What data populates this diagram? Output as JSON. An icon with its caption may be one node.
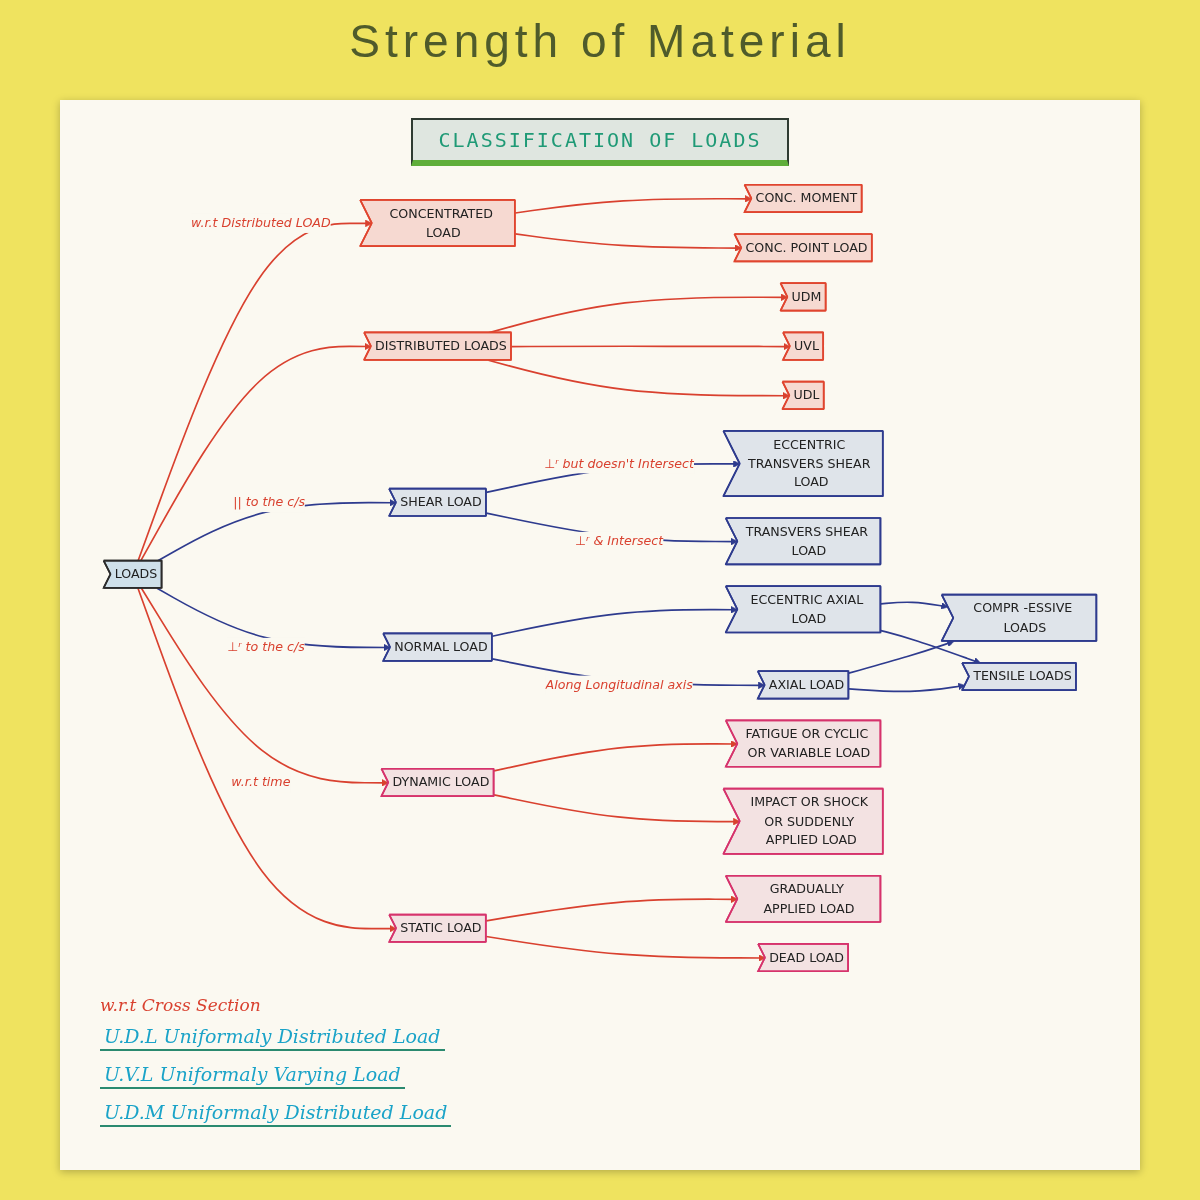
{
  "diagram": {
    "title": "Strength of Material",
    "nodes": [
      {
        "text": [
          "LOADS"
        ]
      },
      {
        "text": [
          "CONCENTRATED LOAD"
        ]
      },
      {
        "text": [
          "DISTRIBUTED LOADS"
        ]
      },
      {
        "text": [
          "SHEAR LOAD"
        ]
      },
      {
        "text": [
          "NORMAL LOAD"
        ]
      },
      {
        "text": [
          "DYNAMIC LOAD"
        ]
      },
      {
        "text": [
          "STATIC LOAD"
        ]
      },
      {
        "text": [
          "UDM"
        ]
      },
      {
        "text": [
          "UVL"
        ]
      },
      {
        "text": [
          "CONC. MOMENT"
        ]
      },
      {
        "text": [
          "CONC. POINT LOAD"
        ]
      },
      {
        "text": [
          "UDL"
        ]
      },
      {
        "text": [
          "ECCENTRIC TRANSVERS SHEAR LOAD"
        ]
      },
      {
        "text": [
          "TRANSVERS SHEAR LOAD"
        ]
      },
      {
        "text": [
          "ECCENTRIC AXIAL LOAD"
        ]
      },
      {
        "text": [
          "AXIAL LOAD"
        ]
      },
      {
        "text": [
          "FATIGUE OR CYCLIC OR VARIABLE LOAD"
        ]
      },
      {
        "text": [
          "IMPACT OR SHOCK OR SUDDENLY APPLIED LOAD"
        ]
      },
      {
        "text": [
          "GRADUALLY APPLIED LOAD"
        ]
      },
      {
        "text": [
          "DEAD LOAD"
        ]
      },
      {
        "text": [
          "COMPR -ESSIVE LOADS"
        ]
      },
      {
        "text": [
          "TENSILE LOADS"
        ]
      }
    ],
    "edges": [
      {
        "from": 0,
        "to": 1,
        "arrow": "to",
        "label": "w.r.t Distributed LOAD"
      },
      {
        "from": 0,
        "to": 2,
        "arrow": "to"
      },
      {
        "from": 0,
        "to": 3,
        "arrow": "to",
        "label": "|| to the c/s",
        "color": "#2e3b8e"
      },
      {
        "from": 0,
        "to": 4,
        "arrow": "to",
        "label": "⊥ʳ to the c/s",
        "color": "#2e3b8e"
      },
      {
        "from": 0,
        "to": 5,
        "arrow": "to",
        "label": "w.r.t time"
      },
      {
        "from": 0,
        "to": 6,
        "arrow": "to"
      },
      {
        "from": 1,
        "to": 9,
        "arrow": "to"
      },
      {
        "from": 1,
        "to": 10,
        "arrow": "to"
      },
      {
        "from": 2,
        "to": 7,
        "arrow": "to"
      },
      {
        "from": 2,
        "to": 8,
        "arrow": "to"
      },
      {
        "from": 2,
        "to": 11,
        "arrow": "to"
      },
      {
        "from": 3,
        "to": 12,
        "arrow": "to",
        "label": "⊥ʳ but doesn't Intersect",
        "color": "#2e3b8e"
      },
      {
        "from": 3,
        "to": 13,
        "arrow": "to",
        "label": "⊥ʳ & Intersect",
        "color": "#2e3b8e"
      },
      {
        "from": 4,
        "to": 14,
        "arrow": "to",
        "color": "#2e3b8e"
      },
      {
        "from": 4,
        "to": 15,
        "arrow": "to",
        "label": "Along Longitudinal axis",
        "color": "#2e3b8e"
      },
      {
        "from": 5,
        "to": 16,
        "arrow": "to"
      },
      {
        "from": 5,
        "to": 17,
        "arrow": "to"
      },
      {
        "from": 6,
        "to": 18,
        "arrow": "to"
      },
      {
        "from": 6,
        "to": 19,
        "arrow": "to"
      },
      {
        "from": 14,
        "to": 20,
        "arrow": "to",
        "color": "#2e3b8e"
      },
      {
        "from": 14,
        "to": 21,
        "arrow": "to",
        "color": "#2e3b8e"
      },
      {
        "from": 15,
        "to": 20,
        "arrow": "to",
        "color": "#2e3b8e"
      },
      {
        "from": 15,
        "to": 21,
        "arrow": "to",
        "color": "#2e3b8e"
      }
    ],
    "labels": [
      "CLASSIFICATION OF LOADS",
      "w.r.t Cross Section",
      "U.D.L Uniformaly Distributed Load",
      "U.V.L Uniformaly Varying Load",
      "U.D.M Uniformaly Distributed Load"
    ]
  }
}
